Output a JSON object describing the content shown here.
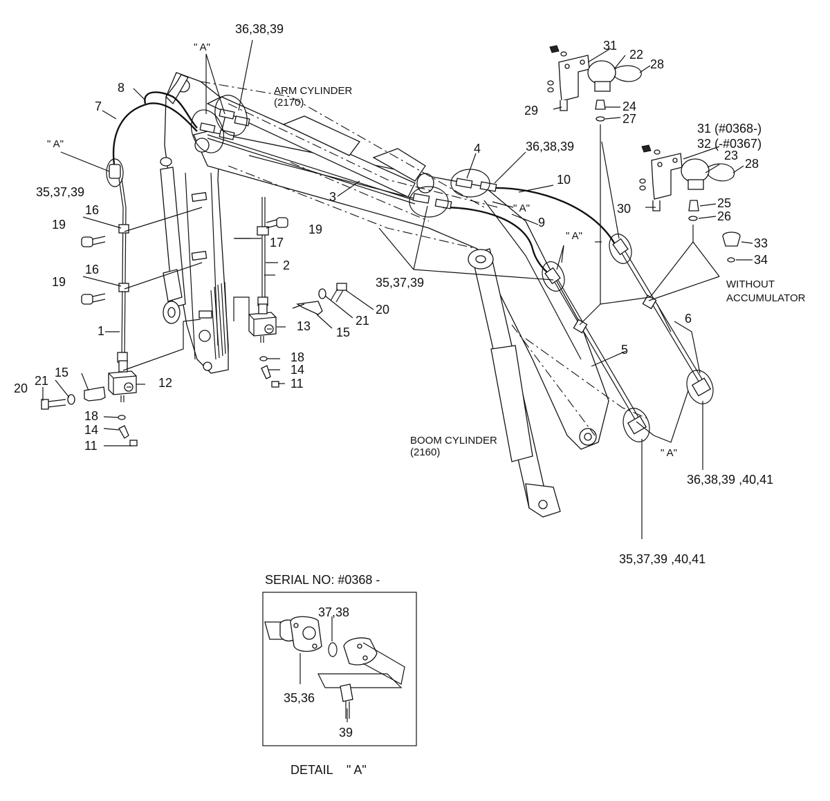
{
  "labels": {
    "serial_no": "SERIAL NO: #0368 -",
    "detail_a": "DETAIL    \" A\"",
    "arm_cylinder": "ARM CYLINDER",
    "arm_cylinder_code": "(2170)",
    "boom_cylinder": "BOOM CYLINDER",
    "boom_cylinder_code": "(2160)",
    "without": "WITHOUT",
    "accumulator": "ACCUMULATOR",
    "a_mark": "\" A\""
  },
  "callouts": {
    "c1": "1",
    "c2": "2",
    "c3": "3",
    "c4": "4",
    "c5": "5",
    "c6": "6",
    "c7": "7",
    "c8": "8",
    "c9": "9",
    "c10": "10",
    "c11a": "11",
    "c11b": "11",
    "c12": "12",
    "c13": "13",
    "c14a": "14",
    "c14b": "14",
    "c15a": "15",
    "c15b": "15",
    "c16a": "16",
    "c16b": "16",
    "c17": "17",
    "c18a": "18",
    "c18b": "18",
    "c19a": "19",
    "c19b": "19",
    "c19c": "19",
    "c20a": "20",
    "c20b": "20",
    "c21a": "21",
    "c21b": "21",
    "c22": "22",
    "c23": "23",
    "c24": "24",
    "c25": "25",
    "c26": "26",
    "c27": "27",
    "c28a": "28",
    "c28b": "28",
    "c29": "29",
    "c30": "30",
    "c31": "31",
    "c31b": "31 (#0368-)",
    "c32": "32 (-#0367)",
    "c33": "33",
    "c34": "34",
    "g363839a": "36,38,39",
    "g363839b": "36,38,39",
    "g353739a": "35,37,39",
    "g353739b": "35,37,39",
    "g36384041": "36,38,39 ,40,41",
    "g35374041": "35,37,39 ,40,41",
    "d3738": "37,38",
    "d3536": "35,36",
    "d39": "39"
  }
}
